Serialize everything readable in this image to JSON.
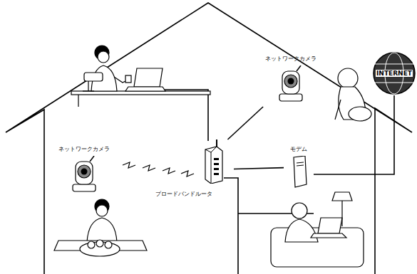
{
  "diagram": {
    "nodes": [
      {
        "text": [
          "ネットワークカメラ"
        ]
      },
      {
        "text": [
          "INTERNET"
        ]
      },
      {
        "text": [
          "ネットワークカメラ"
        ]
      },
      {
        "text": [
          "モデム"
        ]
      },
      {
        "text": [
          "ブロードバンドルータ"
        ]
      }
    ],
    "edges": [
      {
        "from": 0,
        "to": 4,
        "arrow": "none"
      },
      {
        "from": 4,
        "to": 3,
        "arrow": "none"
      },
      {
        "from": 3,
        "to": 1,
        "arrow": "none"
      }
    ]
  }
}
